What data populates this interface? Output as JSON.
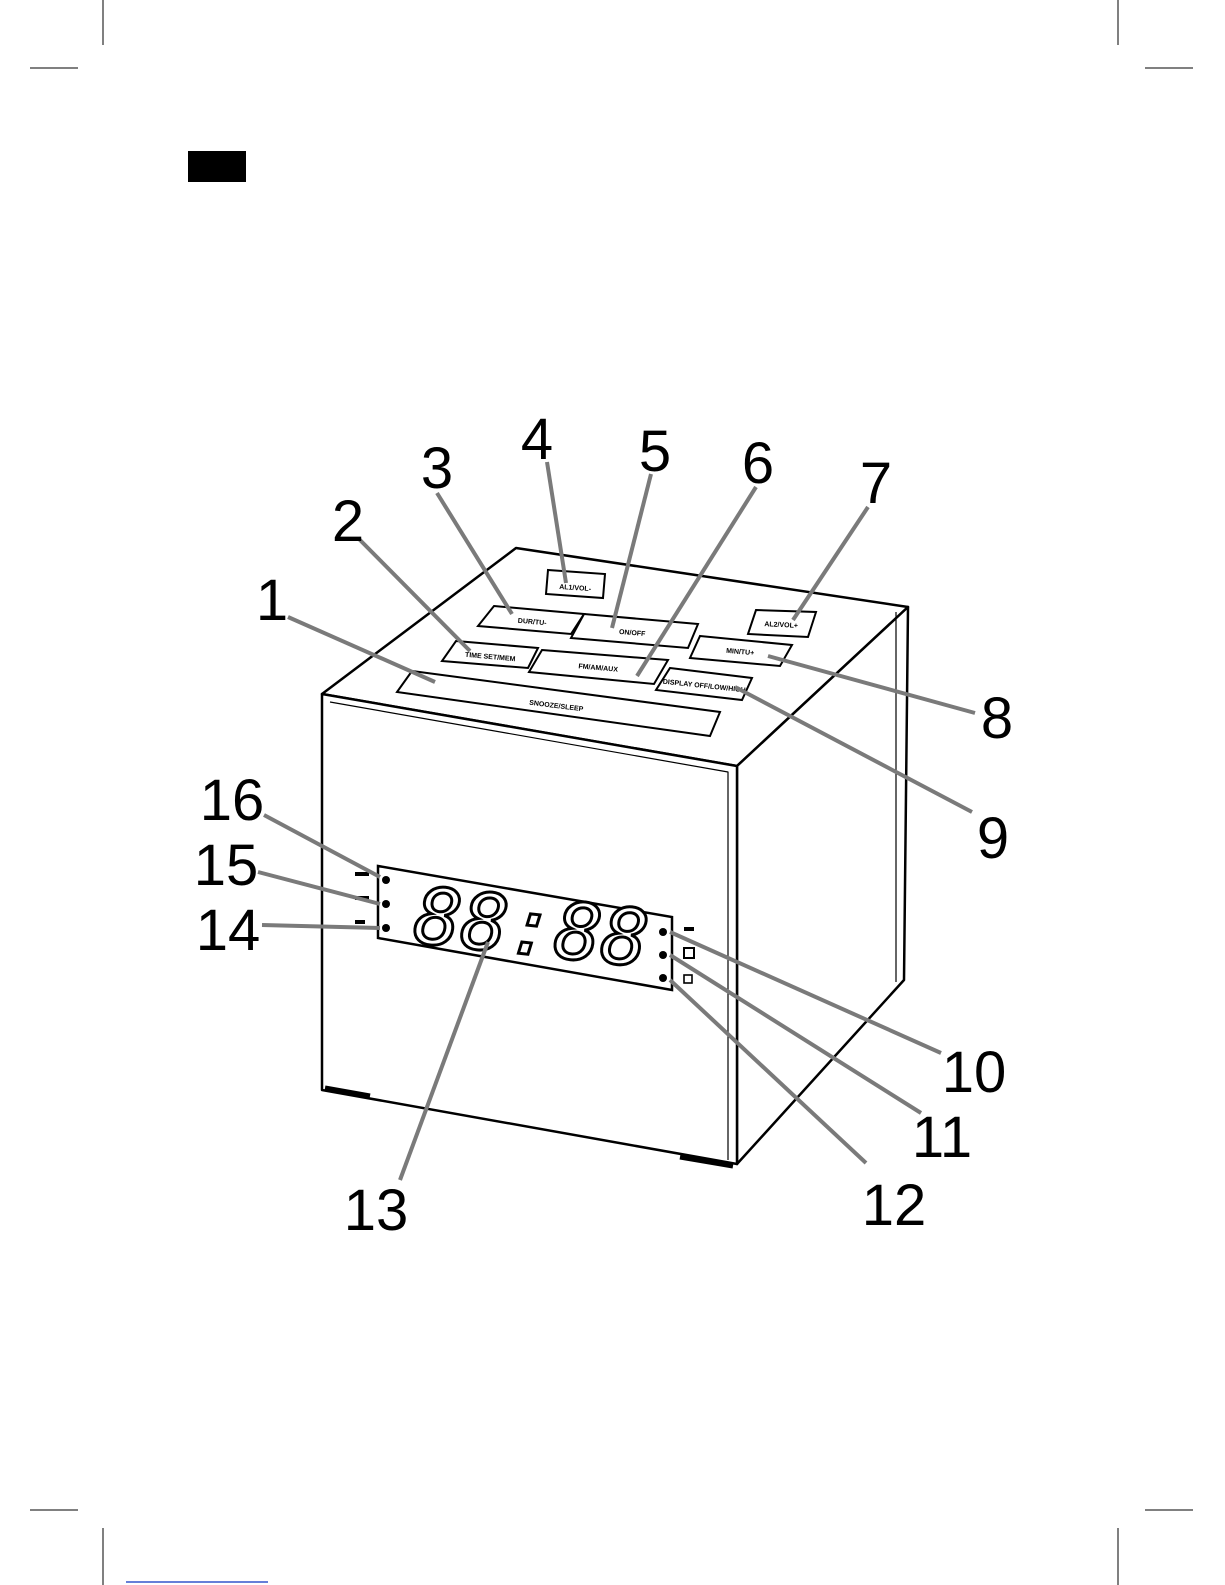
{
  "device": {
    "buttons": {
      "al1_vol_minus": "AL1/VOL-",
      "dur_tu_minus": "DUR/TU-",
      "onoff": "ON/OFF",
      "al2_vol_plus": "AL2/VOL+",
      "time_set_mem": "TIME\nSET/MEM",
      "fm_am_aux": "FM/AM/AUX",
      "min_tu_plus": "MIN/TU+",
      "display_dimmer": "DISPLAY\nOFF/LOW/HIGH",
      "snooze_sleep": "SNOOZE/SLEEP"
    },
    "display_digits": "88:88"
  },
  "callouts": {
    "n1": "1",
    "n2": "2",
    "n3": "3",
    "n4": "4",
    "n5": "5",
    "n6": "6",
    "n7": "7",
    "n8": "8",
    "n9": "9",
    "n10": "10",
    "n11": "11",
    "n12": "12",
    "n13": "13",
    "n14": "14",
    "n15": "15",
    "n16": "16"
  },
  "colors": {
    "line": "#000000",
    "leader": "#7a7a7a",
    "footer_link": "#3355cc"
  }
}
